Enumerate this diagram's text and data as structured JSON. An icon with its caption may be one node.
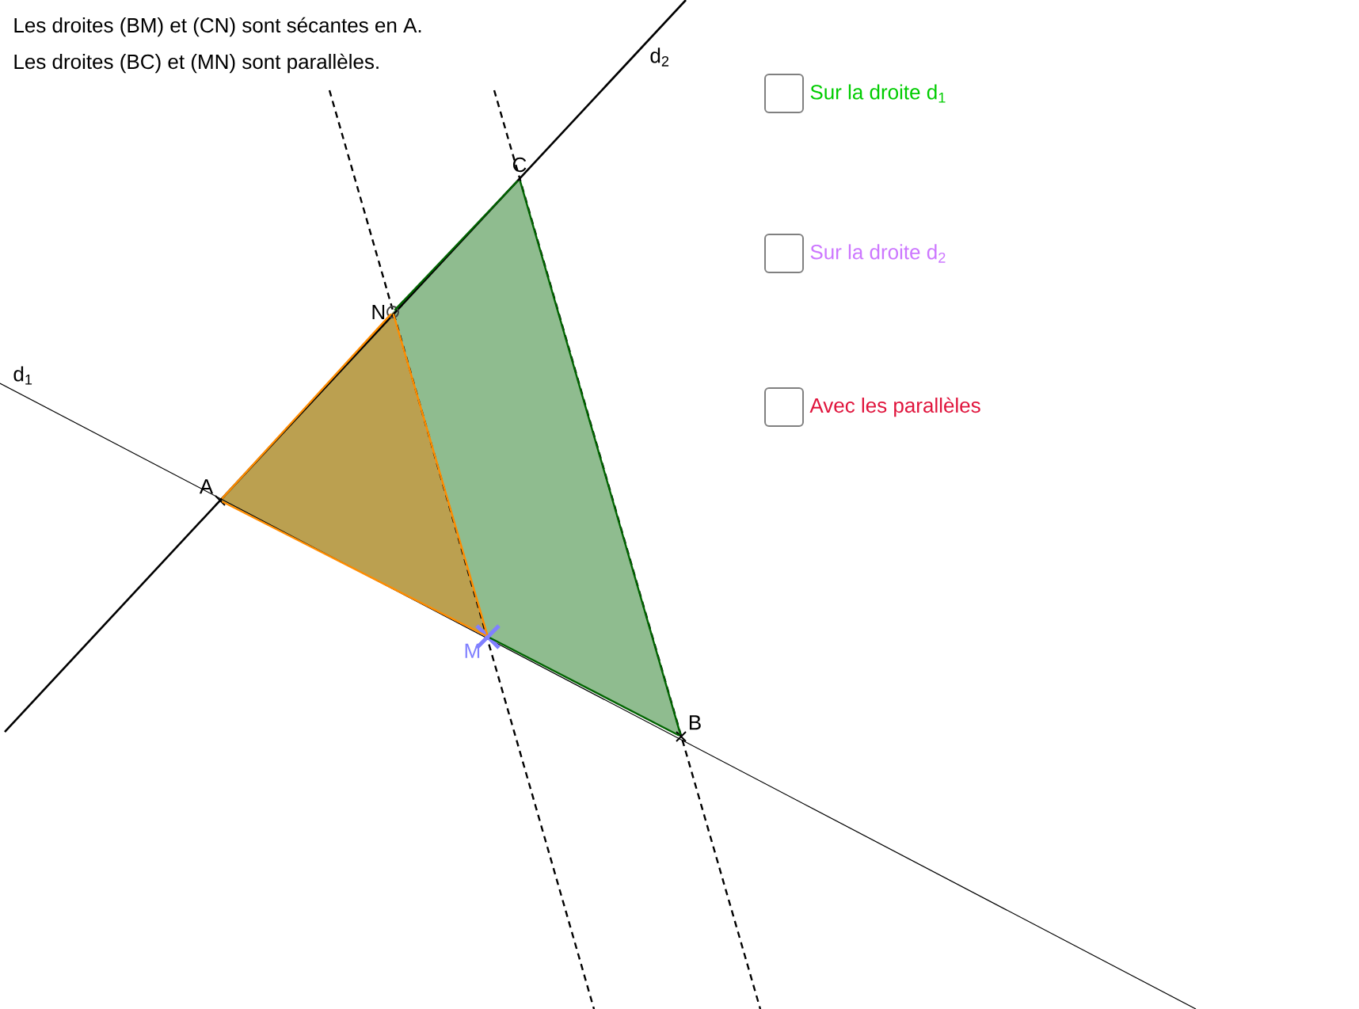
{
  "diagram": {
    "nodes": [
      {
        "text": [
          "A"
        ]
      },
      {
        "text": [
          "N"
        ]
      },
      {
        "text": [
          "C"
        ]
      },
      {
        "text": [
          "B"
        ]
      },
      {
        "text": [
          "M"
        ]
      }
    ],
    "edges": [
      {
        "from": 0,
        "to": 1,
        "arrow": "none",
        "color": "#ff8c00"
      },
      {
        "from": 1,
        "to": 4,
        "arrow": "none",
        "color": "#ff8c00"
      },
      {
        "from": 4,
        "to": 0,
        "arrow": "none",
        "color": "#ff8c00"
      },
      {
        "from": 1,
        "to": 2,
        "arrow": "none",
        "color": "#006400"
      },
      {
        "from": 2,
        "to": 3,
        "arrow": "none",
        "color": "#006400"
      },
      {
        "from": 3,
        "to": 4,
        "arrow": "none",
        "color": "#006400"
      }
    ],
    "labels": [
      "Les droites (BM) et (CN) sont sécantes en A.",
      "Les droites (BC) et (MN) sont parallèles.",
      "d$_{2}$",
      "Sur la droite d$_{1}$",
      "Sur la droite d$_{2}$",
      "d$_{1}$",
      "Avec les parallèles"
    ]
  }
}
